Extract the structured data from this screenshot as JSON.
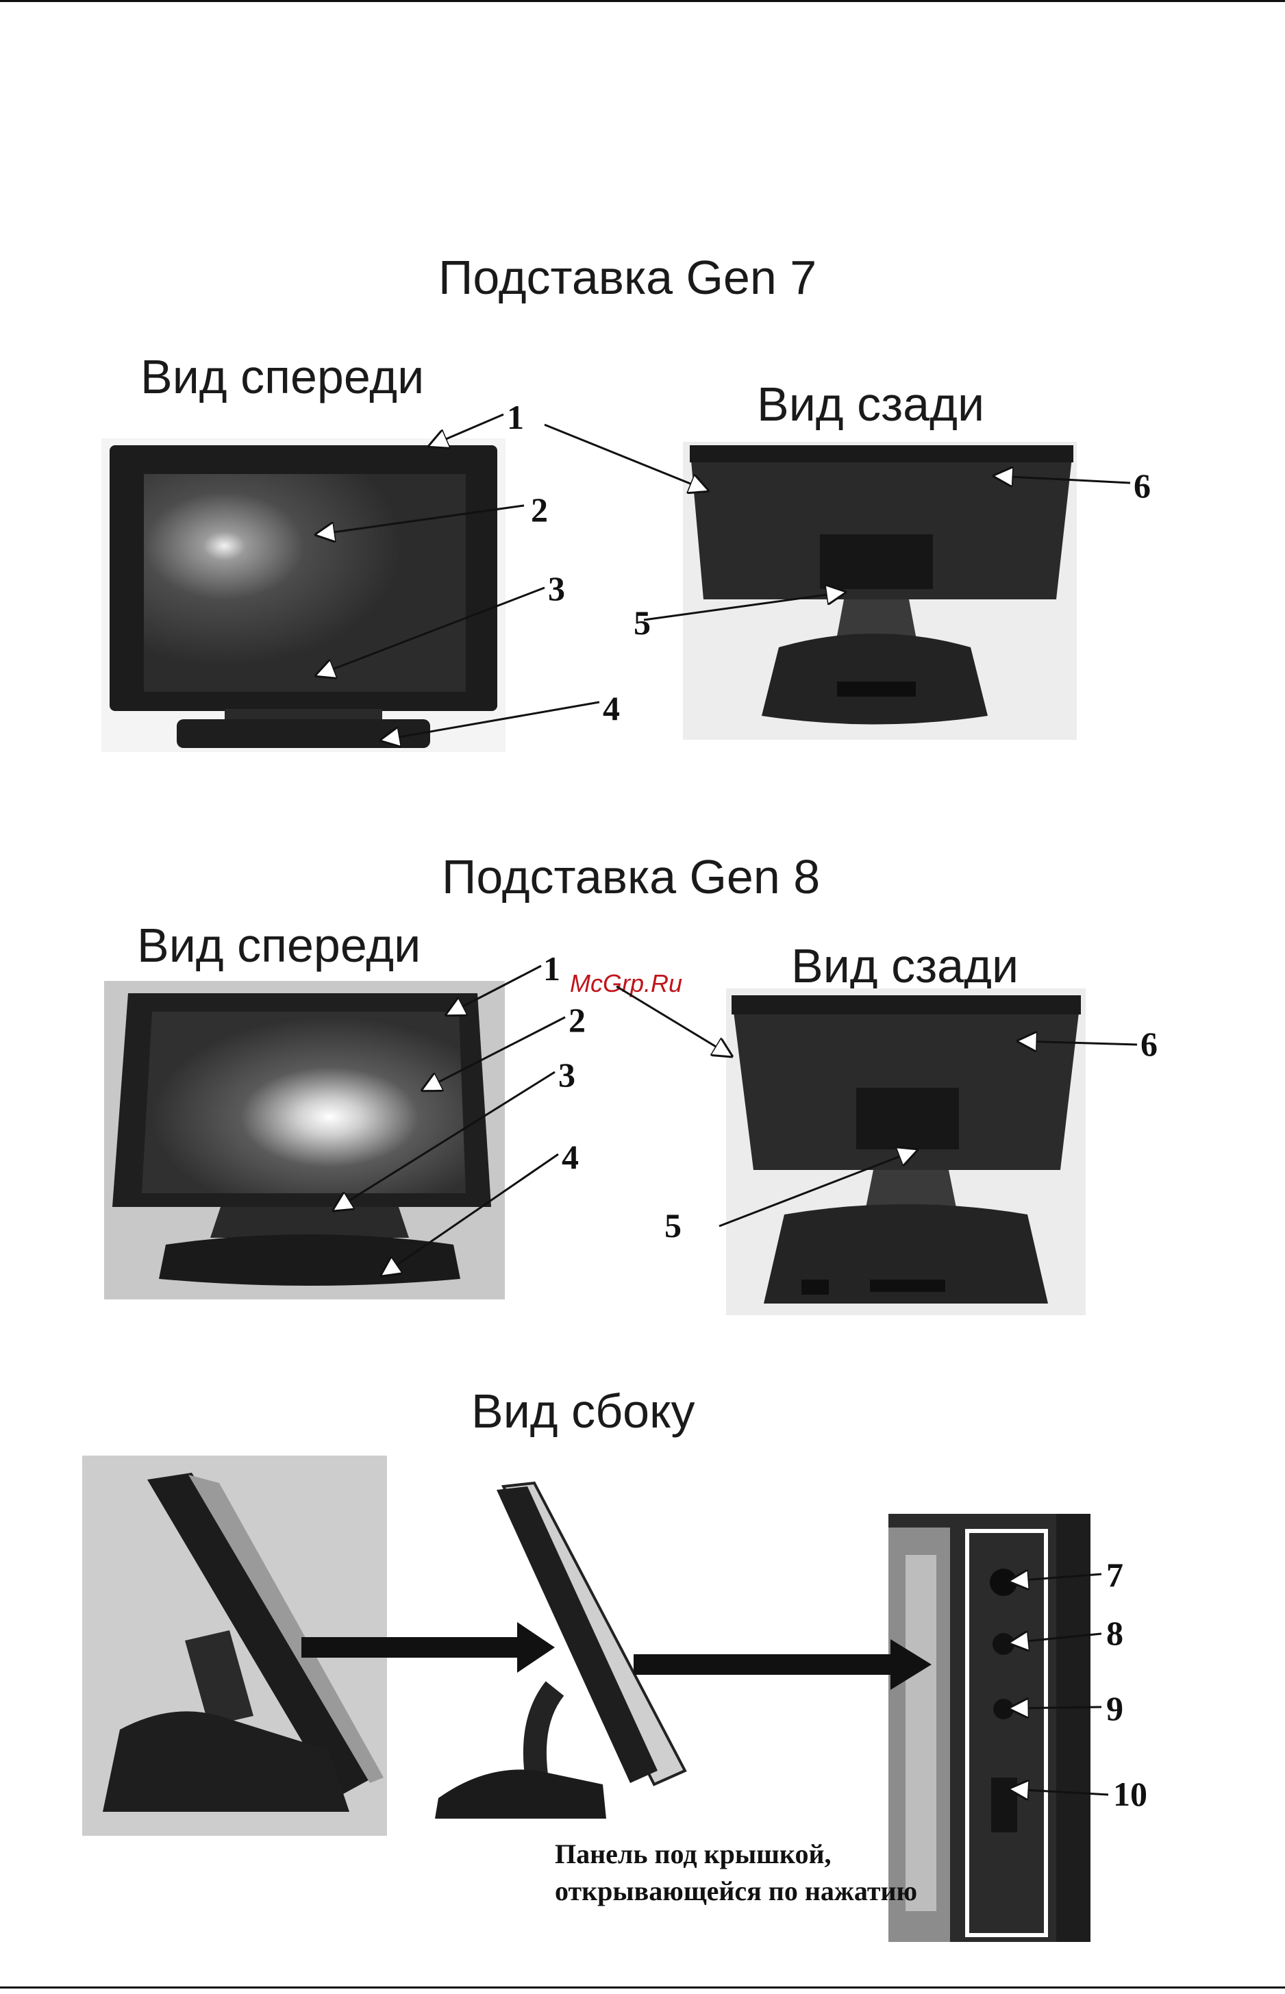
{
  "headings": {
    "gen7": "Подставка Gen 7",
    "gen8": "Подставка Gen 8",
    "front": "Вид спереди",
    "rear": "Вид сзади",
    "side": "Вид сбоку"
  },
  "callouts": {
    "gen7_front": [
      "1",
      "2",
      "3",
      "4"
    ],
    "gen7_rear": [
      "5",
      "6"
    ],
    "gen8_front": [
      "1",
      "2",
      "3",
      "4"
    ],
    "gen8_rear": [
      "5",
      "6"
    ],
    "side_panel": [
      "7",
      "8",
      "9",
      "10"
    ]
  },
  "watermark": "McGrp.Ru",
  "caption": {
    "line1": "Панель под крышкой,",
    "line2": "открывающейся по нажатию"
  }
}
